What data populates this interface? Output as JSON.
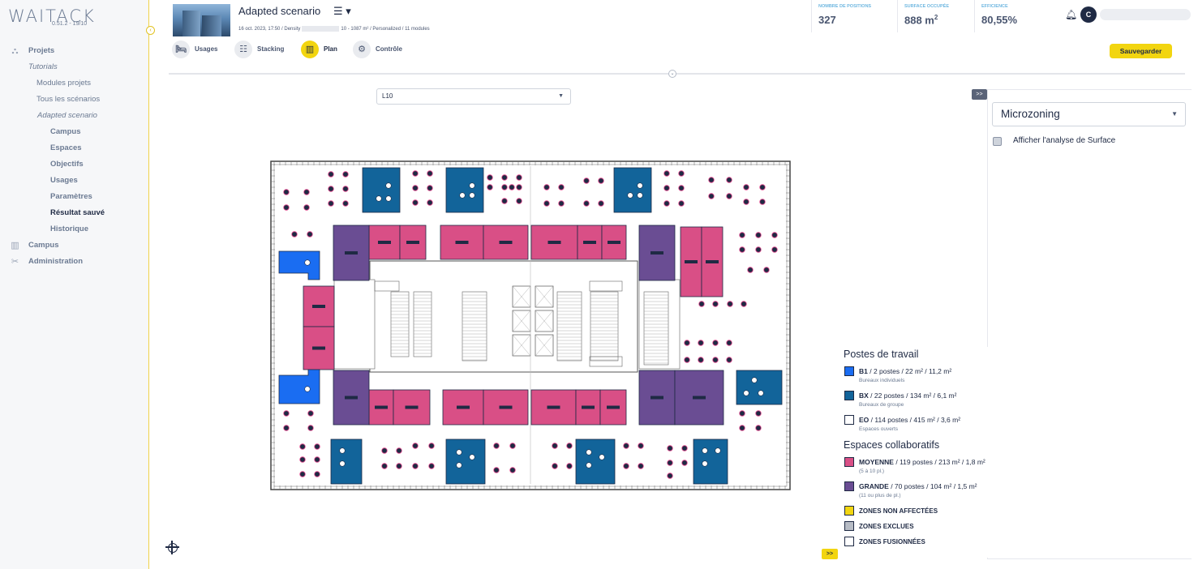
{
  "app": {
    "logo": "WAITACK",
    "version": "0.51.2 - 19/10"
  },
  "sidebar": {
    "items": [
      {
        "label": "Projets",
        "level": "l0",
        "icon": "projects-icon"
      },
      {
        "label": "Tutorials",
        "level": "l1"
      },
      {
        "label": "Modules projets",
        "level": "l2"
      },
      {
        "label": "Tous les scénarios",
        "level": "l2"
      },
      {
        "label": "Adapted scenario",
        "level": "l3"
      },
      {
        "label": "Campus",
        "level": "l4"
      },
      {
        "label": "Espaces",
        "level": "l4"
      },
      {
        "label": "Objectifs",
        "level": "l4"
      },
      {
        "label": "Usages",
        "level": "l4"
      },
      {
        "label": "Paramètres",
        "level": "l4"
      },
      {
        "label": "Résultat sauvé",
        "level": "l4",
        "active": true
      },
      {
        "label": "Historique",
        "level": "l4"
      },
      {
        "label": "Campus",
        "level": "l0",
        "icon": "campus-icon"
      },
      {
        "label": "Administration",
        "level": "l0",
        "icon": "tools-icon"
      }
    ]
  },
  "header": {
    "title": "Adapted scenario",
    "info_left": "16 oct. 2023, 17:50 / Density",
    "info_right": "10 - 1087 m² / Personalized / 11 modules",
    "tabs": [
      {
        "label": "Usages",
        "icon": "bed-icon",
        "active": false
      },
      {
        "label": "Stacking",
        "icon": "stacking-icon",
        "active": false
      },
      {
        "label": "Plan",
        "icon": "plan-icon",
        "active": true
      },
      {
        "label": "Contrôle",
        "icon": "gear-icon",
        "active": false
      }
    ],
    "stats": [
      {
        "label": "NOMBRE DE POSITIONS",
        "value": "327",
        "unit": ""
      },
      {
        "label": "SURFACE OCCUPÉE",
        "value": "888 m",
        "unit": "2"
      },
      {
        "label": "EFFICIENCE",
        "value": "80,55%",
        "unit": ""
      }
    ],
    "avatar_initial": "C",
    "save_label": "Sauvegarder"
  },
  "plan": {
    "level_value": "L10"
  },
  "panel": {
    "toggle": ">>",
    "mode_value": "Microzoning",
    "surface_label": "Afficher l'analyse de Surface"
  },
  "colors": {
    "b1": "#1a6df2",
    "bx": "#12649a",
    "moyenne": "#d94f86",
    "grande": "#6a4d93",
    "non_affectees": "#f2d510",
    "exclues": "#b7bcc5",
    "accent": "#f2d510"
  },
  "legend": {
    "workstations_title": "Postes de travail",
    "collab_title": "Espaces collaboratifs",
    "rows": [
      {
        "code": "B1",
        "text": " / 2 postes /  22 m² /  11,2 m²",
        "sub": "Bureaux individuels",
        "color": "#1a6df2"
      },
      {
        "code": "BX",
        "text": " / 22 postes /  134 m² /  6,1 m²",
        "sub": "Bureaux de groupe",
        "color": "#12649a"
      },
      {
        "code": "EO",
        "text": " / 114 postes /  415 m² /  3,6 m²",
        "sub": "Espaces ouverts",
        "color": "#ffffff"
      },
      {
        "code": "MOYENNE",
        "text": " / 119 postes /  213 m² /  1,8 m²",
        "sub": "(5 à 10 pl.)",
        "color": "#d94f86"
      },
      {
        "code": "GRANDE",
        "text": " / 70 postes /  104 m² /  1,5 m²",
        "sub": "(11 ou plus de pl.)",
        "color": "#6a4d93"
      }
    ],
    "flags": [
      {
        "label": "ZONES NON AFFECTÉES",
        "color": "#f2d510"
      },
      {
        "label": "ZONES EXCLUES",
        "color": "#b7bcc5"
      },
      {
        "label": "ZONES FUSIONNÉES",
        "color": "#ffffff"
      }
    ],
    "toggle": ">>"
  }
}
